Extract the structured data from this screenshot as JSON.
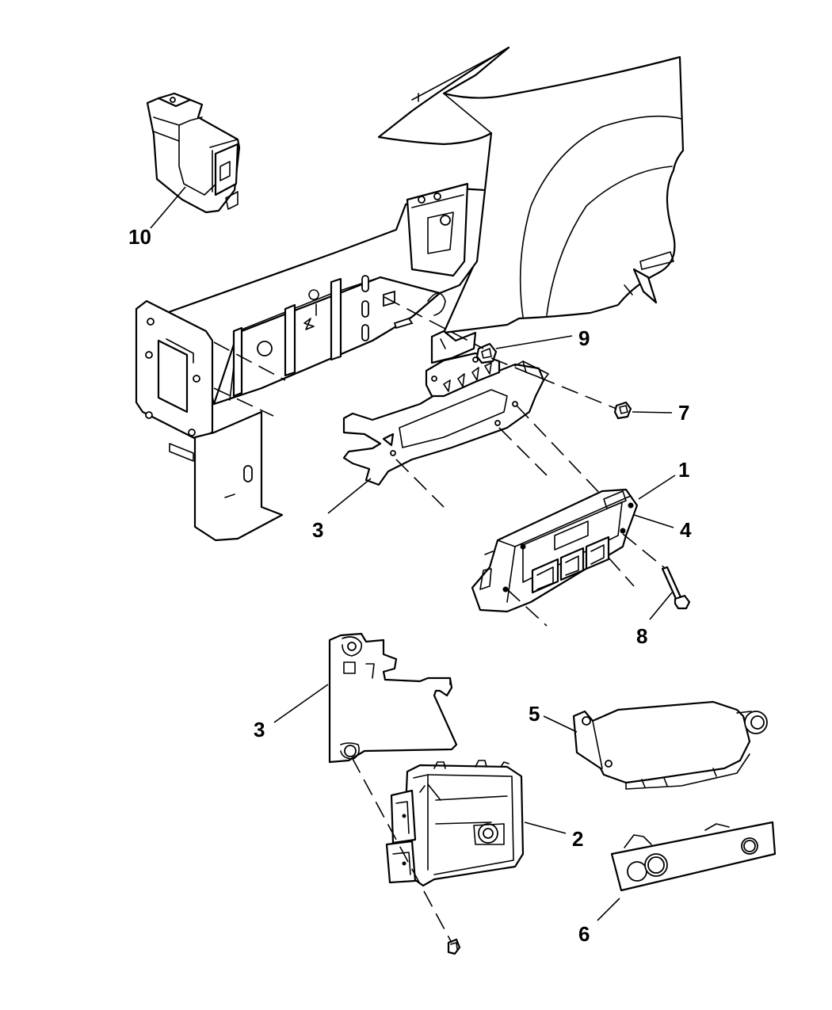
{
  "callouts": [
    {
      "id": "c1",
      "text": "1"
    },
    {
      "id": "c2",
      "text": "2"
    },
    {
      "id": "c3a",
      "text": "3"
    },
    {
      "id": "c3b",
      "text": "3"
    },
    {
      "id": "c4",
      "text": "4"
    },
    {
      "id": "c5",
      "text": "5"
    },
    {
      "id": "c6",
      "text": "6"
    },
    {
      "id": "c7",
      "text": "7"
    },
    {
      "id": "c8",
      "text": "8"
    },
    {
      "id": "c9",
      "text": "9"
    },
    {
      "id": "c10",
      "text": "10"
    }
  ]
}
